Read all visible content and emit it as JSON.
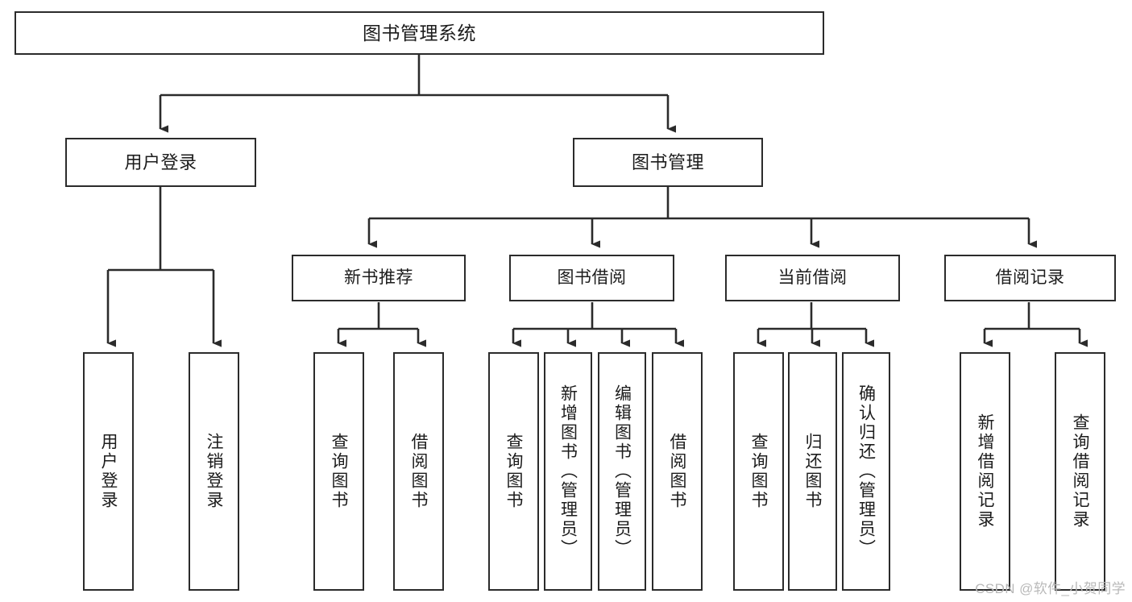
{
  "diagram": {
    "type": "tree-hierarchy-chart",
    "title": "图书管理系统",
    "watermark": "CSDN @软件_小贺同学",
    "colors": {
      "box_border": "#2b2b2b",
      "box_fill": "#ffffff",
      "edge": "#2b2b2b",
      "text": "#1c1c1c",
      "watermark": "#b9b9b9"
    },
    "nodes": {
      "root": {
        "label": "图书管理系统"
      },
      "level2": [
        {
          "label": "用户登录"
        },
        {
          "label": "图书管理"
        }
      ],
      "level3": [
        {
          "label": "新书推荐"
        },
        {
          "label": "图书借阅"
        },
        {
          "label": "当前借阅"
        },
        {
          "label": "借阅记录"
        }
      ],
      "leaves": {
        "user_login": [
          {
            "label": "用户登录"
          },
          {
            "label": "注销登录"
          }
        ],
        "new_book_recommend": [
          {
            "label": "查询图书"
          },
          {
            "label": "借阅图书"
          }
        ],
        "book_borrow": [
          {
            "label": "查询图书"
          },
          {
            "label": "新增图书（管理员）"
          },
          {
            "label": "编辑图书（管理员）"
          },
          {
            "label": "借阅图书"
          }
        ],
        "current_borrow": [
          {
            "label": "查询图书"
          },
          {
            "label": "归还图书"
          },
          {
            "label": "确认归还（管理员）"
          }
        ],
        "borrow_record": [
          {
            "label": "新增借阅记录"
          },
          {
            "label": "查询借阅记录"
          }
        ]
      }
    }
  }
}
